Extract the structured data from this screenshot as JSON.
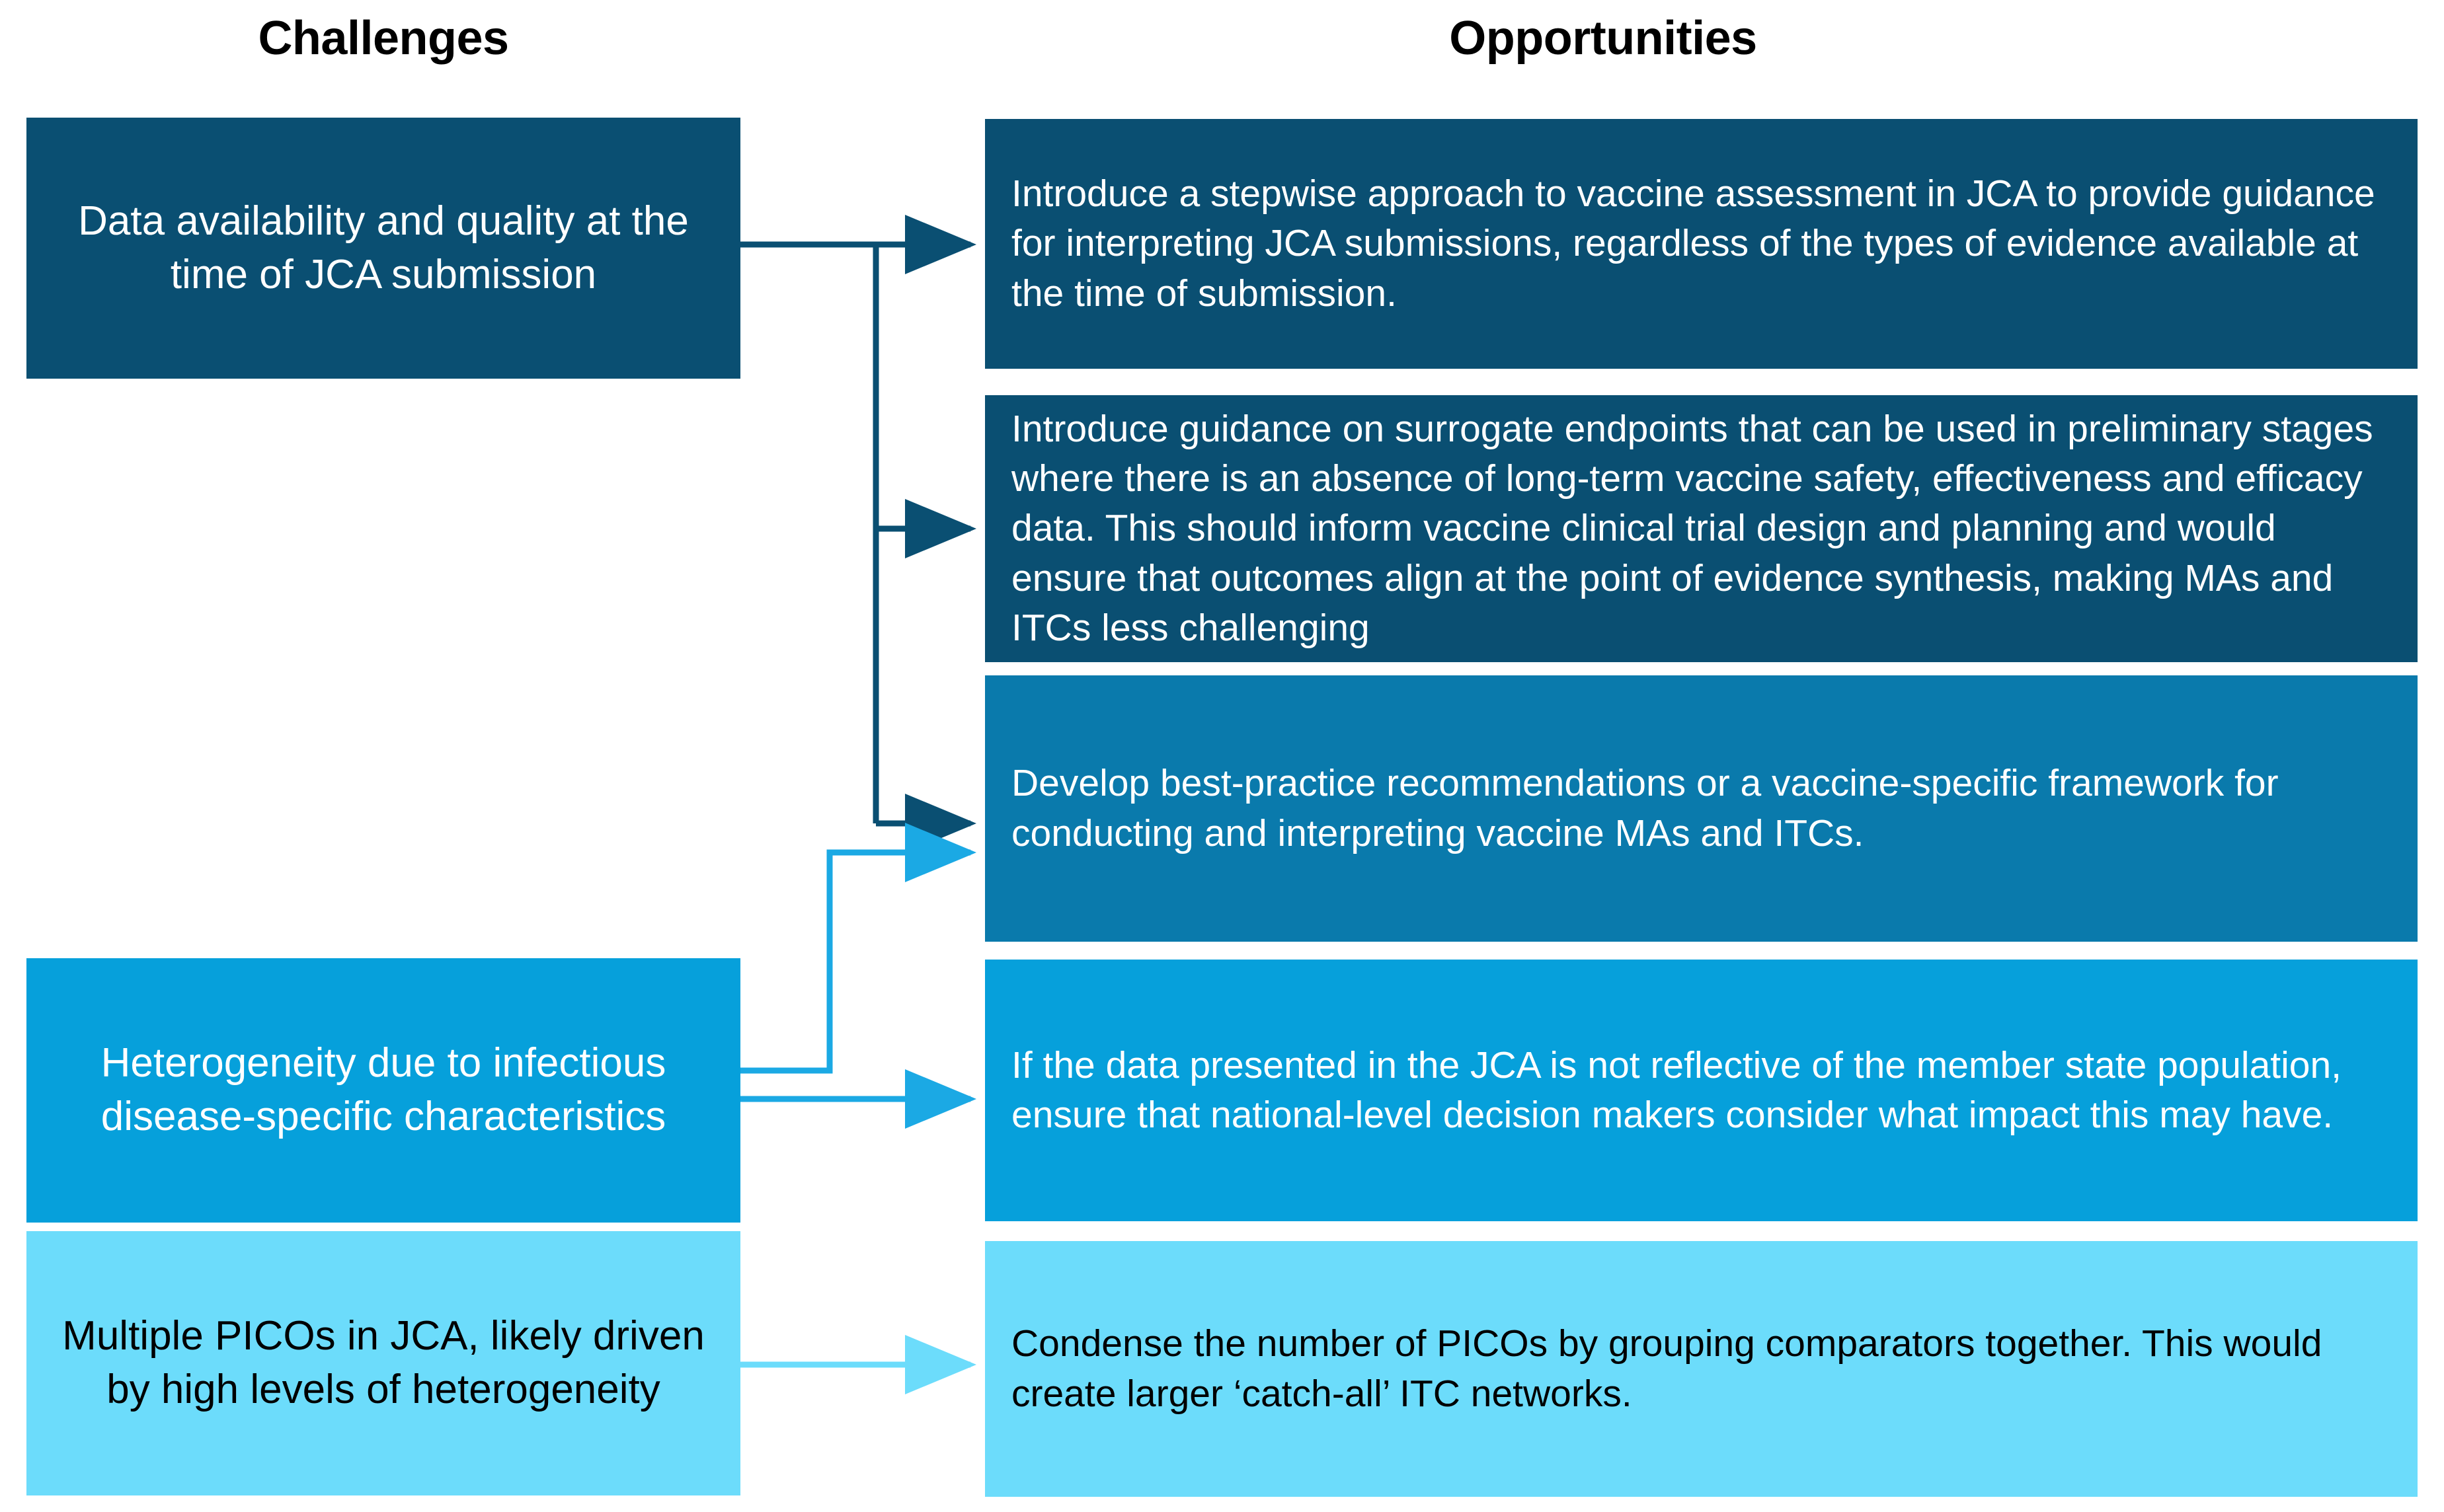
{
  "headers": {
    "left": "Challenges",
    "right": "Opportunities"
  },
  "colors": {
    "navy": "#0A4F72",
    "mid_blue": "#0A7AAC",
    "blue": "#06A0DB",
    "light_blue": "#6CDCFB",
    "text_on_dark": "#FFFFFF",
    "text_on_light": "#000000",
    "connector_navy": "#0A4F72",
    "connector_blue": "#1BA9E4",
    "connector_light": "#6CDCFB"
  },
  "challenges": [
    {
      "id": "challenge-data-availability",
      "text": "Data availability and quality at the time of JCA submission",
      "fill": "navy",
      "text_color": "white"
    },
    {
      "id": "challenge-heterogeneity-infectious",
      "text": "Heterogeneity due to infectious disease-specific characteristics",
      "fill": "blue",
      "text_color": "white"
    },
    {
      "id": "challenge-multiple-picos",
      "text": "Multiple PICOs in JCA, likely driven by high levels of heterogeneity",
      "fill": "light",
      "text_color": "black"
    }
  ],
  "opportunities": [
    {
      "id": "opportunity-stepwise-approach",
      "text": "Introduce a stepwise approach to vaccine assessment in JCA to provide guidance for interpreting JCA submissions, regardless of the types of evidence available at the time of submission.",
      "fill": "navy",
      "text_color": "white"
    },
    {
      "id": "opportunity-surrogate-endpoints",
      "text": "Introduce guidance on surrogate endpoints that can be used in preliminary stages where there is an absence of long-term vaccine safety, effectiveness and efficacy data. This should inform vaccine clinical trial design and planning and would ensure that outcomes align at the point of evidence synthesis, making MAs and ITCs less challenging",
      "fill": "navy",
      "text_color": "white"
    },
    {
      "id": "opportunity-best-practice-framework",
      "text": "Develop best-practice recommendations or a vaccine-specific framework for conducting and interpreting vaccine MAs and ITCs.",
      "fill": "mid",
      "text_color": "white"
    },
    {
      "id": "opportunity-member-state-population",
      "text": "If the data presented in the JCA is not reflective of the member state population, ensure that national-level decision makers consider what impact this may have.",
      "fill": "blue",
      "text_color": "white"
    },
    {
      "id": "opportunity-condense-picos",
      "text": "Condense the number of PICOs by grouping comparators together. This would create larger ‘catch-all’ ITC networks.",
      "fill": "light",
      "text_color": "black"
    }
  ],
  "connections": [
    {
      "from": "challenge-data-availability",
      "to": "opportunity-stepwise-approach",
      "color": "connector_navy"
    },
    {
      "from": "challenge-data-availability",
      "to": "opportunity-surrogate-endpoints",
      "color": "connector_navy"
    },
    {
      "from": "challenge-data-availability",
      "to": "opportunity-best-practice-framework",
      "color": "connector_navy"
    },
    {
      "from": "challenge-heterogeneity-infectious",
      "to": "opportunity-best-practice-framework",
      "color": "connector_blue"
    },
    {
      "from": "challenge-heterogeneity-infectious",
      "to": "opportunity-member-state-population",
      "color": "connector_blue"
    },
    {
      "from": "challenge-multiple-picos",
      "to": "opportunity-condense-picos",
      "color": "connector_light"
    }
  ]
}
